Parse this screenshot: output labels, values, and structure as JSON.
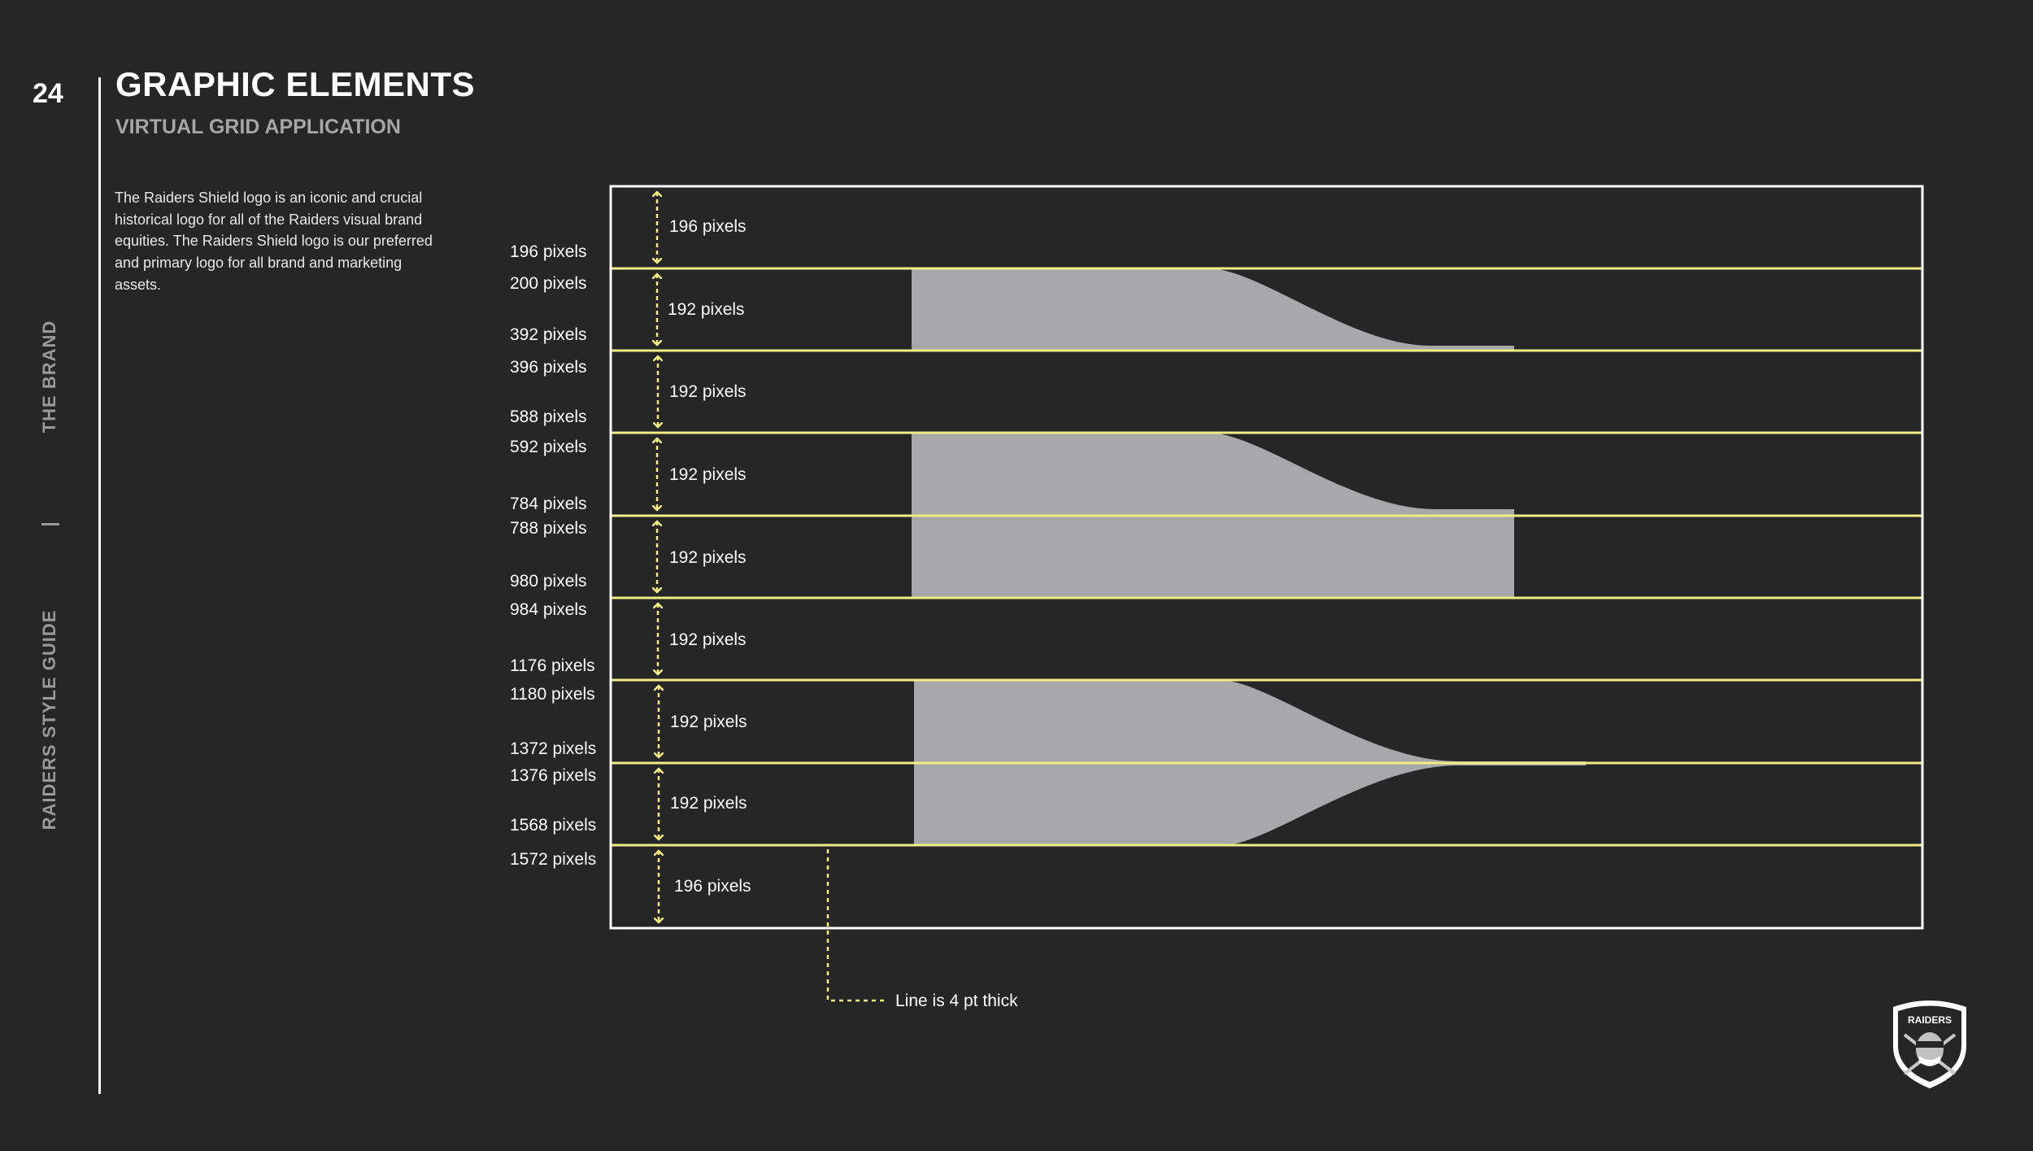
{
  "page": {
    "number": "24",
    "title": "GRAPHIC ELEMENTS",
    "subtitle": "VIRTUAL GRID APPLICATION",
    "side_labels": {
      "brand": "THE BRAND",
      "guide": "RAIDERS STYLE GUIDE"
    },
    "body": "The Raiders Shield logo is an iconic and crucial historical logo for all of the Raiders visual brand equities. The Raiders Shield logo is our preferred and primary logo for all brand and marketing assets."
  },
  "diagram": {
    "row_labels": [
      "196 pixels",
      "200 pixels",
      "392 pixels",
      "396 pixels",
      "588 pixels",
      "592 pixels",
      "784 pixels",
      "788 pixels",
      "980 pixels",
      "984 pixels",
      "1176 pixels",
      "1180 pixels",
      "1372 pixels",
      "1376 pixels",
      "1568 pixels",
      "1572 pixels"
    ],
    "spacing_labels": [
      "196 pixels",
      "192 pixels",
      "192 pixels",
      "192 pixels",
      "192 pixels",
      "192 pixels",
      "192 pixels",
      "192 pixels",
      "196 pixels"
    ],
    "callout": "Line is 4 pt thick",
    "logo_text": "RAIDERS",
    "colors": {
      "background": "#262626",
      "grid_line": "#f2ec86",
      "frame": "#ffffff",
      "shape": "#a8a8aa",
      "secondary_text": "#a6a6a6"
    }
  }
}
